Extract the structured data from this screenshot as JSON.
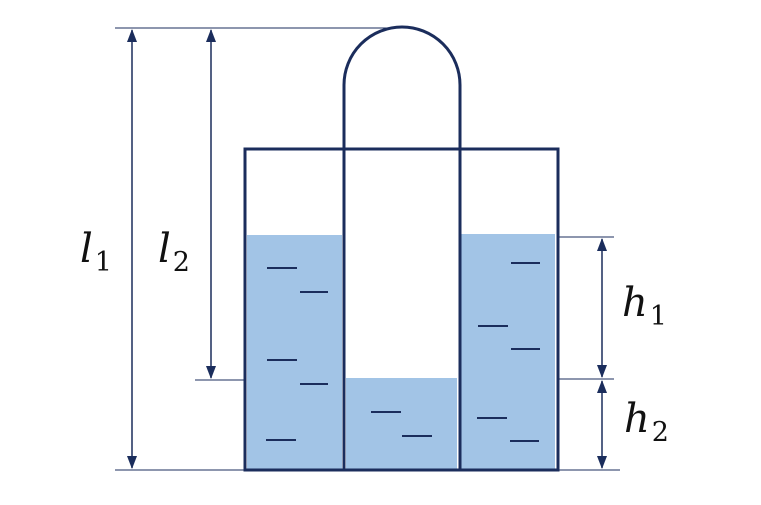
{
  "labels": {
    "l1": {
      "symbol": "l",
      "subscript": "1"
    },
    "l2": {
      "symbol": "l",
      "subscript": "2"
    },
    "h1": {
      "symbol": "h",
      "subscript": "1"
    },
    "h2": {
      "symbol": "h",
      "subscript": "2"
    }
  },
  "colors": {
    "outline": "#1b2d5c",
    "water": "#a2c4e6",
    "dash": "#1b2d5c",
    "dimension": "#1b2d5c",
    "background": "#ffffff"
  }
}
